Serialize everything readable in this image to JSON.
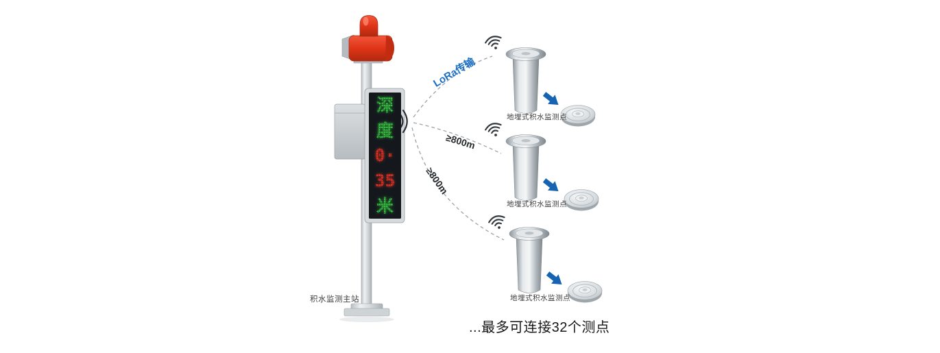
{
  "station": {
    "label": "积水监测主站",
    "led_display": {
      "lines": [
        {
          "text": "深",
          "color": "green"
        },
        {
          "text": "度",
          "color": "green"
        },
        {
          "text": "0·",
          "color": "red"
        },
        {
          "text": "35",
          "color": "red"
        },
        {
          "text": "米",
          "color": "green"
        }
      ]
    }
  },
  "links": [
    {
      "label": "LoRa传输"
    },
    {
      "label": "≥800m"
    },
    {
      "label": "≥800m"
    }
  ],
  "sensors": [
    {
      "label": "地埋式积水监测点"
    },
    {
      "label": "地埋式积水监测点"
    },
    {
      "label": "地埋式积水监测点"
    }
  ],
  "footer_note": "...最多可连接32个测点",
  "icons": {
    "station_signal": "signal-waves-icon",
    "sensor_wireless": "wifi-icon",
    "flow_arrow": "blue-arrow-icon",
    "alarm": "alarm-beacon-icon"
  },
  "colors": {
    "alarm_red": "#df3417",
    "led_green": "#3bd944",
    "led_red": "#ff3322",
    "lora_label_blue": "#1a6fc4",
    "arrow_blue": "#1563b2",
    "dashed_line_gray": "#9ca3a9",
    "steel_gray": "#c7cdd1",
    "led_background": "#14181d"
  }
}
